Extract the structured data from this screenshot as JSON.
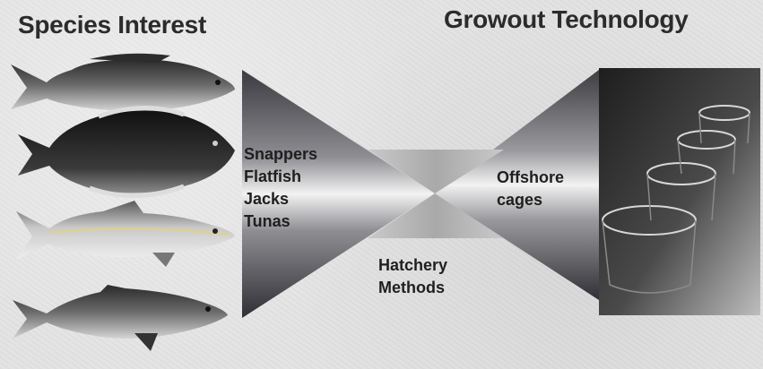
{
  "titles": {
    "left": "Species Interest",
    "right": "Growout Technology"
  },
  "species": [
    "Snappers",
    "Flatfish",
    "Jacks",
    "Tunas"
  ],
  "growout": [
    "Offshore",
    "cages"
  ],
  "hatchery": [
    "Hatchery",
    "Methods"
  ],
  "colors": {
    "wedge_dark": "#3a3a40",
    "wedge_light": "#f0f0f0",
    "center_band": "#b8b8b8",
    "label_text": "#1f1f1f"
  },
  "icons": [
    "snapper-image",
    "flatfish-image",
    "jack-image",
    "tuna-image",
    "offshore-cage-photo"
  ]
}
